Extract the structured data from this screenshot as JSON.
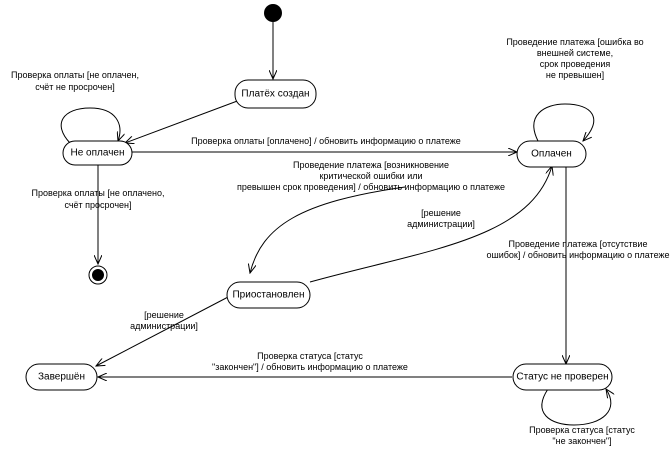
{
  "states": {
    "created": "Платёх создан",
    "not_paid": "Не оплачен",
    "paid": "Оплачен",
    "suspended": "Приостановлен",
    "completed": "Завершён",
    "status_unchecked": "Статус не проверен"
  },
  "transitions": {
    "not_paid_self": [
      "Проверка оплаты [не оплачен,",
      "счёт не просрочен]"
    ],
    "not_paid_to_paid": [
      "Проверка оплаты [оплачено] / обновить информацию о платеже"
    ],
    "not_paid_to_final": [
      "Проверка оплаты [не оплачено,",
      "счёт просрочен]"
    ],
    "paid_self": [
      "Проведение платежа [ошибка во",
      "внешней системе,",
      "срок проведения",
      "не превышен]"
    ],
    "paid_to_suspended": [
      "Проведение платежа [возникновение",
      "критической ошибки или",
      "превышен срок проведения] / обновить информацию о платеже"
    ],
    "suspended_to_paid": [
      "[решение",
      "администрации]"
    ],
    "paid_to_status": [
      "Проведение платежа [отсутствие",
      "ошибок] / обновить информацию о платеже"
    ],
    "suspended_to_completed": [
      "[решение",
      "администрации]"
    ],
    "status_to_completed": [
      "Проверка статуса [статус",
      "\"закончен\"] / обновить информацию о платеже"
    ],
    "status_self": [
      "Проверка статуса [статус",
      "\"не закончен\"]"
    ]
  }
}
